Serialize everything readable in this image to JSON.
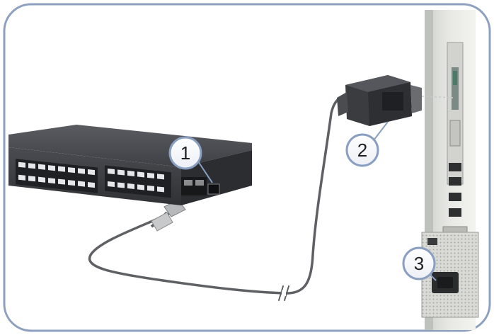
{
  "callouts": [
    {
      "id": "1",
      "label": "1",
      "target": "console-port"
    },
    {
      "id": "2",
      "label": "2",
      "target": "serial-connector"
    },
    {
      "id": "3",
      "label": "3",
      "target": "power-socket"
    }
  ],
  "colors": {
    "frame_border": "#8ea0bf",
    "callout_border": "#8a9ec0",
    "switch_body": "#3b3d42",
    "cable": "#5e6063",
    "pc_case": "#e9eae6"
  }
}
